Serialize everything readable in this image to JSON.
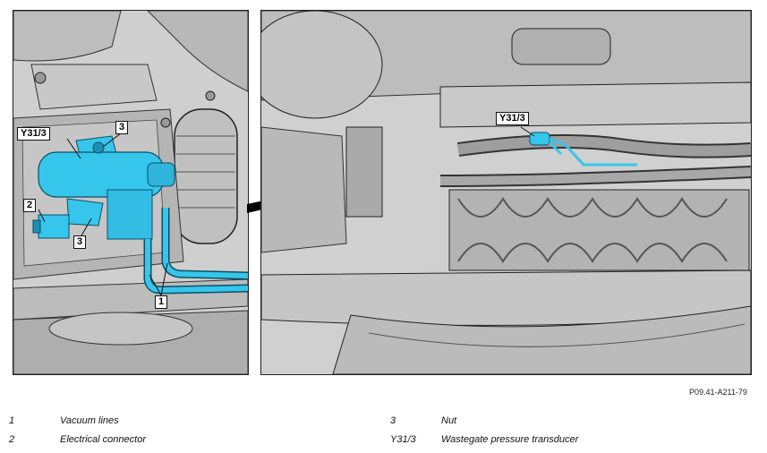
{
  "figure": {
    "reference": "P09.41-A211-79",
    "left_panel_callouts": {
      "component": "Y31/3",
      "nut_top": "3",
      "connector": "2",
      "nut_bottom": "3",
      "vacuum_lines": "1"
    },
    "right_panel_callouts": {
      "component": "Y31/3"
    }
  },
  "legend": [
    {
      "num": "1",
      "text": "Vacuum lines"
    },
    {
      "num": "2",
      "text": "Electrical connector"
    },
    {
      "num": "3",
      "text": "Nut"
    },
    {
      "num": "Y31/3",
      "text": "Wastegate pressure transducer"
    }
  ],
  "colors": {
    "highlight": "#36c6ec",
    "engine_gray": "#c4c4c4",
    "outline": "#222222"
  }
}
